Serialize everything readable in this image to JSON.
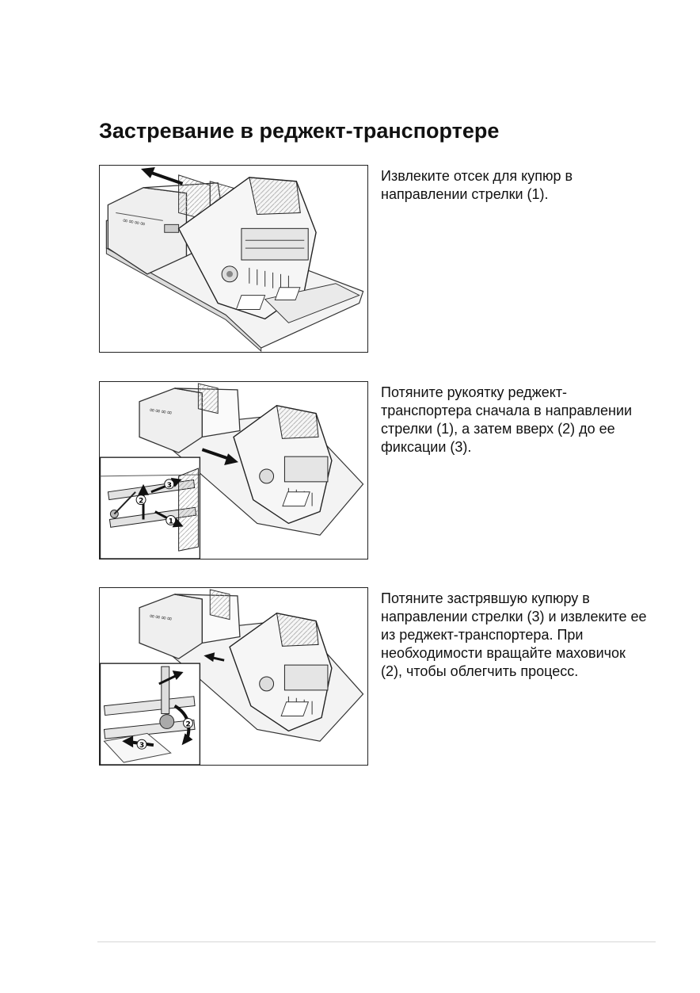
{
  "page": {
    "title": "Застревание в реджект-транспортере"
  },
  "steps": [
    {
      "text": "Извлеките отсек для купюр в направлении стрелки (1).",
      "figure_icon": "rejector-tray-removal-illustration"
    },
    {
      "text": "Потяните рукоятку реджект-транспортера сначала в направлении стрелки (1), а затем вверх (2) до ее фиксации (3).",
      "figure_icon": "rejector-handle-pull-illustration",
      "callouts": [
        "1",
        "2",
        "3"
      ]
    },
    {
      "text": "Потяните застрявшую купюру в направлении стрелки (3) и извлеките ее из реджект-транспортера. При необходимости вращайте маховичок (2), чтобы облегчить процесс.",
      "figure_icon": "jammed-note-removal-illustration",
      "callouts": [
        "2",
        "3"
      ]
    }
  ]
}
